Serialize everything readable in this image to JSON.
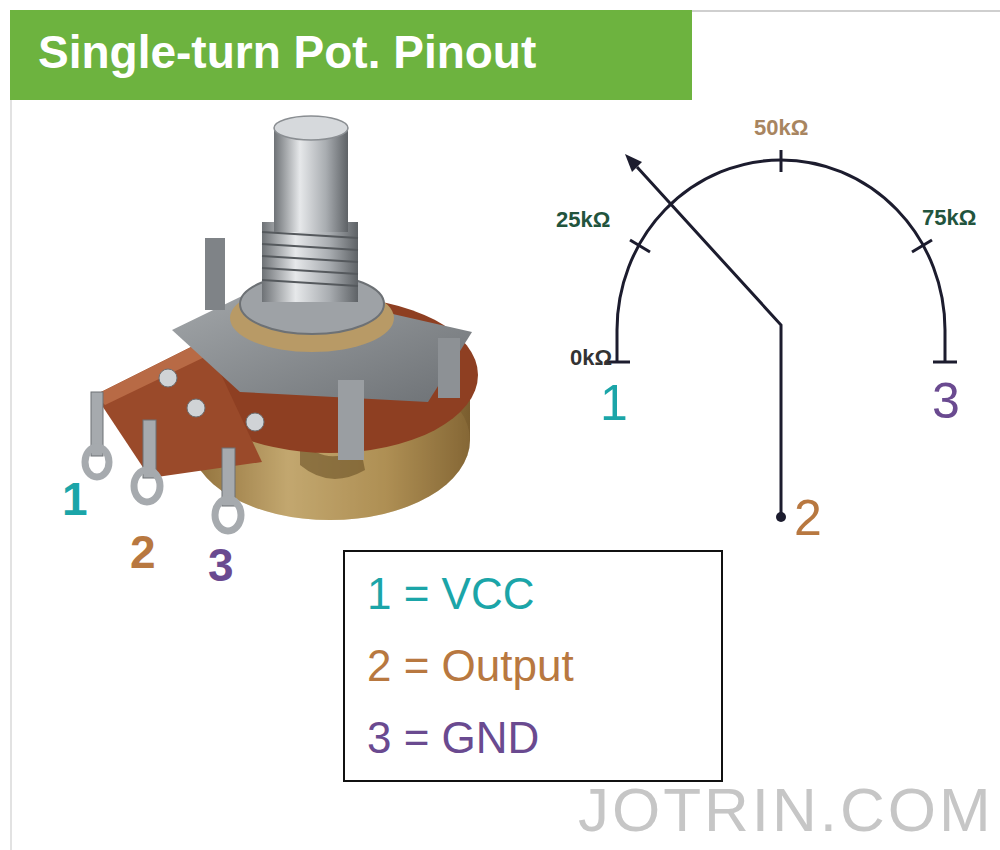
{
  "diagram": {
    "title": "Single-turn Pot. Pinout",
    "nodes": [
      {
        "text": [
          "1 = VCC",
          "2 = Output",
          "3 = GND"
        ]
      }
    ],
    "labels": [
      "1",
      "2",
      "3",
      "0kΩ",
      "25kΩ",
      "50kΩ",
      "75kΩ",
      "1",
      "3",
      "2",
      "JOTRIN.COM"
    ]
  }
}
